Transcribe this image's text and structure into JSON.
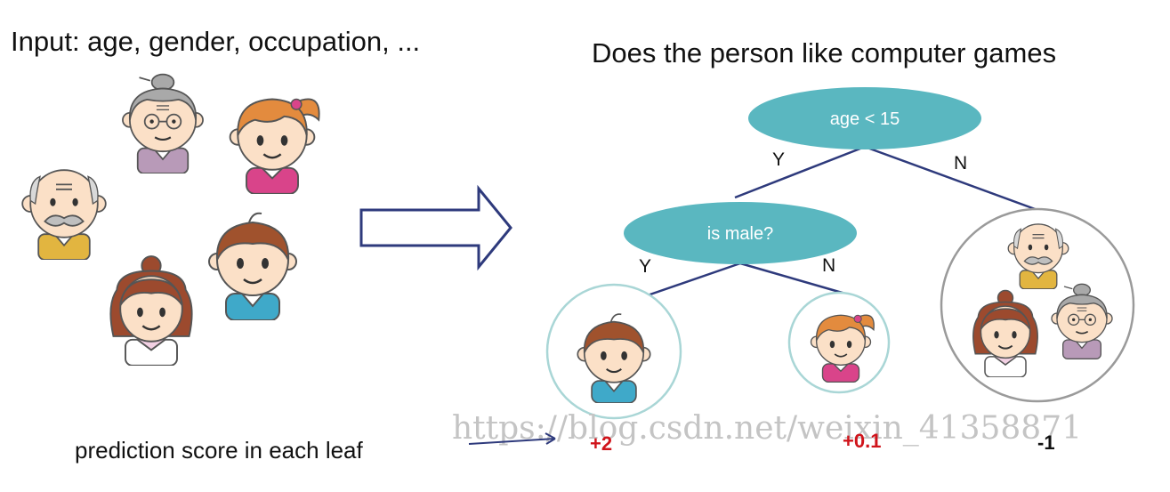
{
  "input_title": "Input: age, gender, occupation, ...",
  "question_title": "Does the person like computer games",
  "tree": {
    "root_label": "age < 15",
    "inner_label": "is male?",
    "root_yes": "Y",
    "root_no": "N",
    "inner_yes": "Y",
    "inner_no": "N"
  },
  "leaf_scores": [
    "+2",
    "+0.1",
    "-1"
  ],
  "score_caption": "prediction score in each leaf",
  "watermark": "https://blog.csdn.net/weixin_41358871",
  "colors": {
    "node_fill": "#5ab7c0",
    "edge": "#2e3a7c",
    "arrow": "#2e3a7c",
    "leaf_circle_teal": "#a9d6d6",
    "leaf_circle_gray": "#9a9a9a",
    "score_red": "#d0141b",
    "score_dark": "#111111"
  },
  "people": {
    "left": [
      "grandmother-icon",
      "girl-icon",
      "grandfather-icon",
      "boy-icon",
      "mother-icon"
    ],
    "leaf_1": [
      "boy-icon"
    ],
    "leaf_2": [
      "girl-icon"
    ],
    "leaf_3": [
      "grandfather-icon",
      "mother-icon",
      "grandmother-icon"
    ]
  }
}
